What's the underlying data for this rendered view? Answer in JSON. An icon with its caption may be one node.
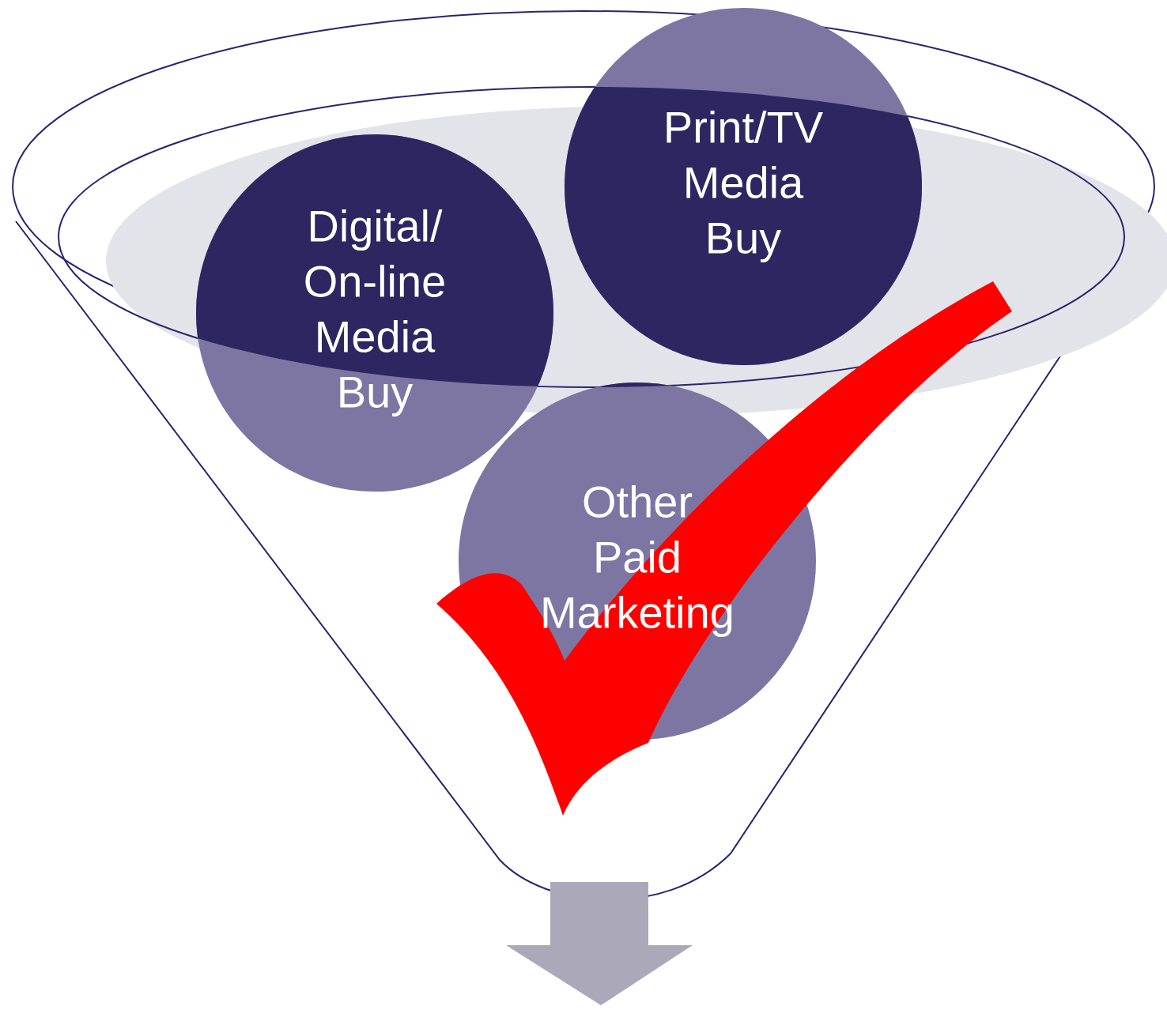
{
  "diagram": {
    "nodes": [
      {
        "text": [
          "Digital/ On-line Media Buy"
        ]
      },
      {
        "text": [
          "Print/TV Media Buy"
        ]
      },
      {
        "text": [
          "Other Paid Marketing"
        ]
      }
    ]
  }
}
